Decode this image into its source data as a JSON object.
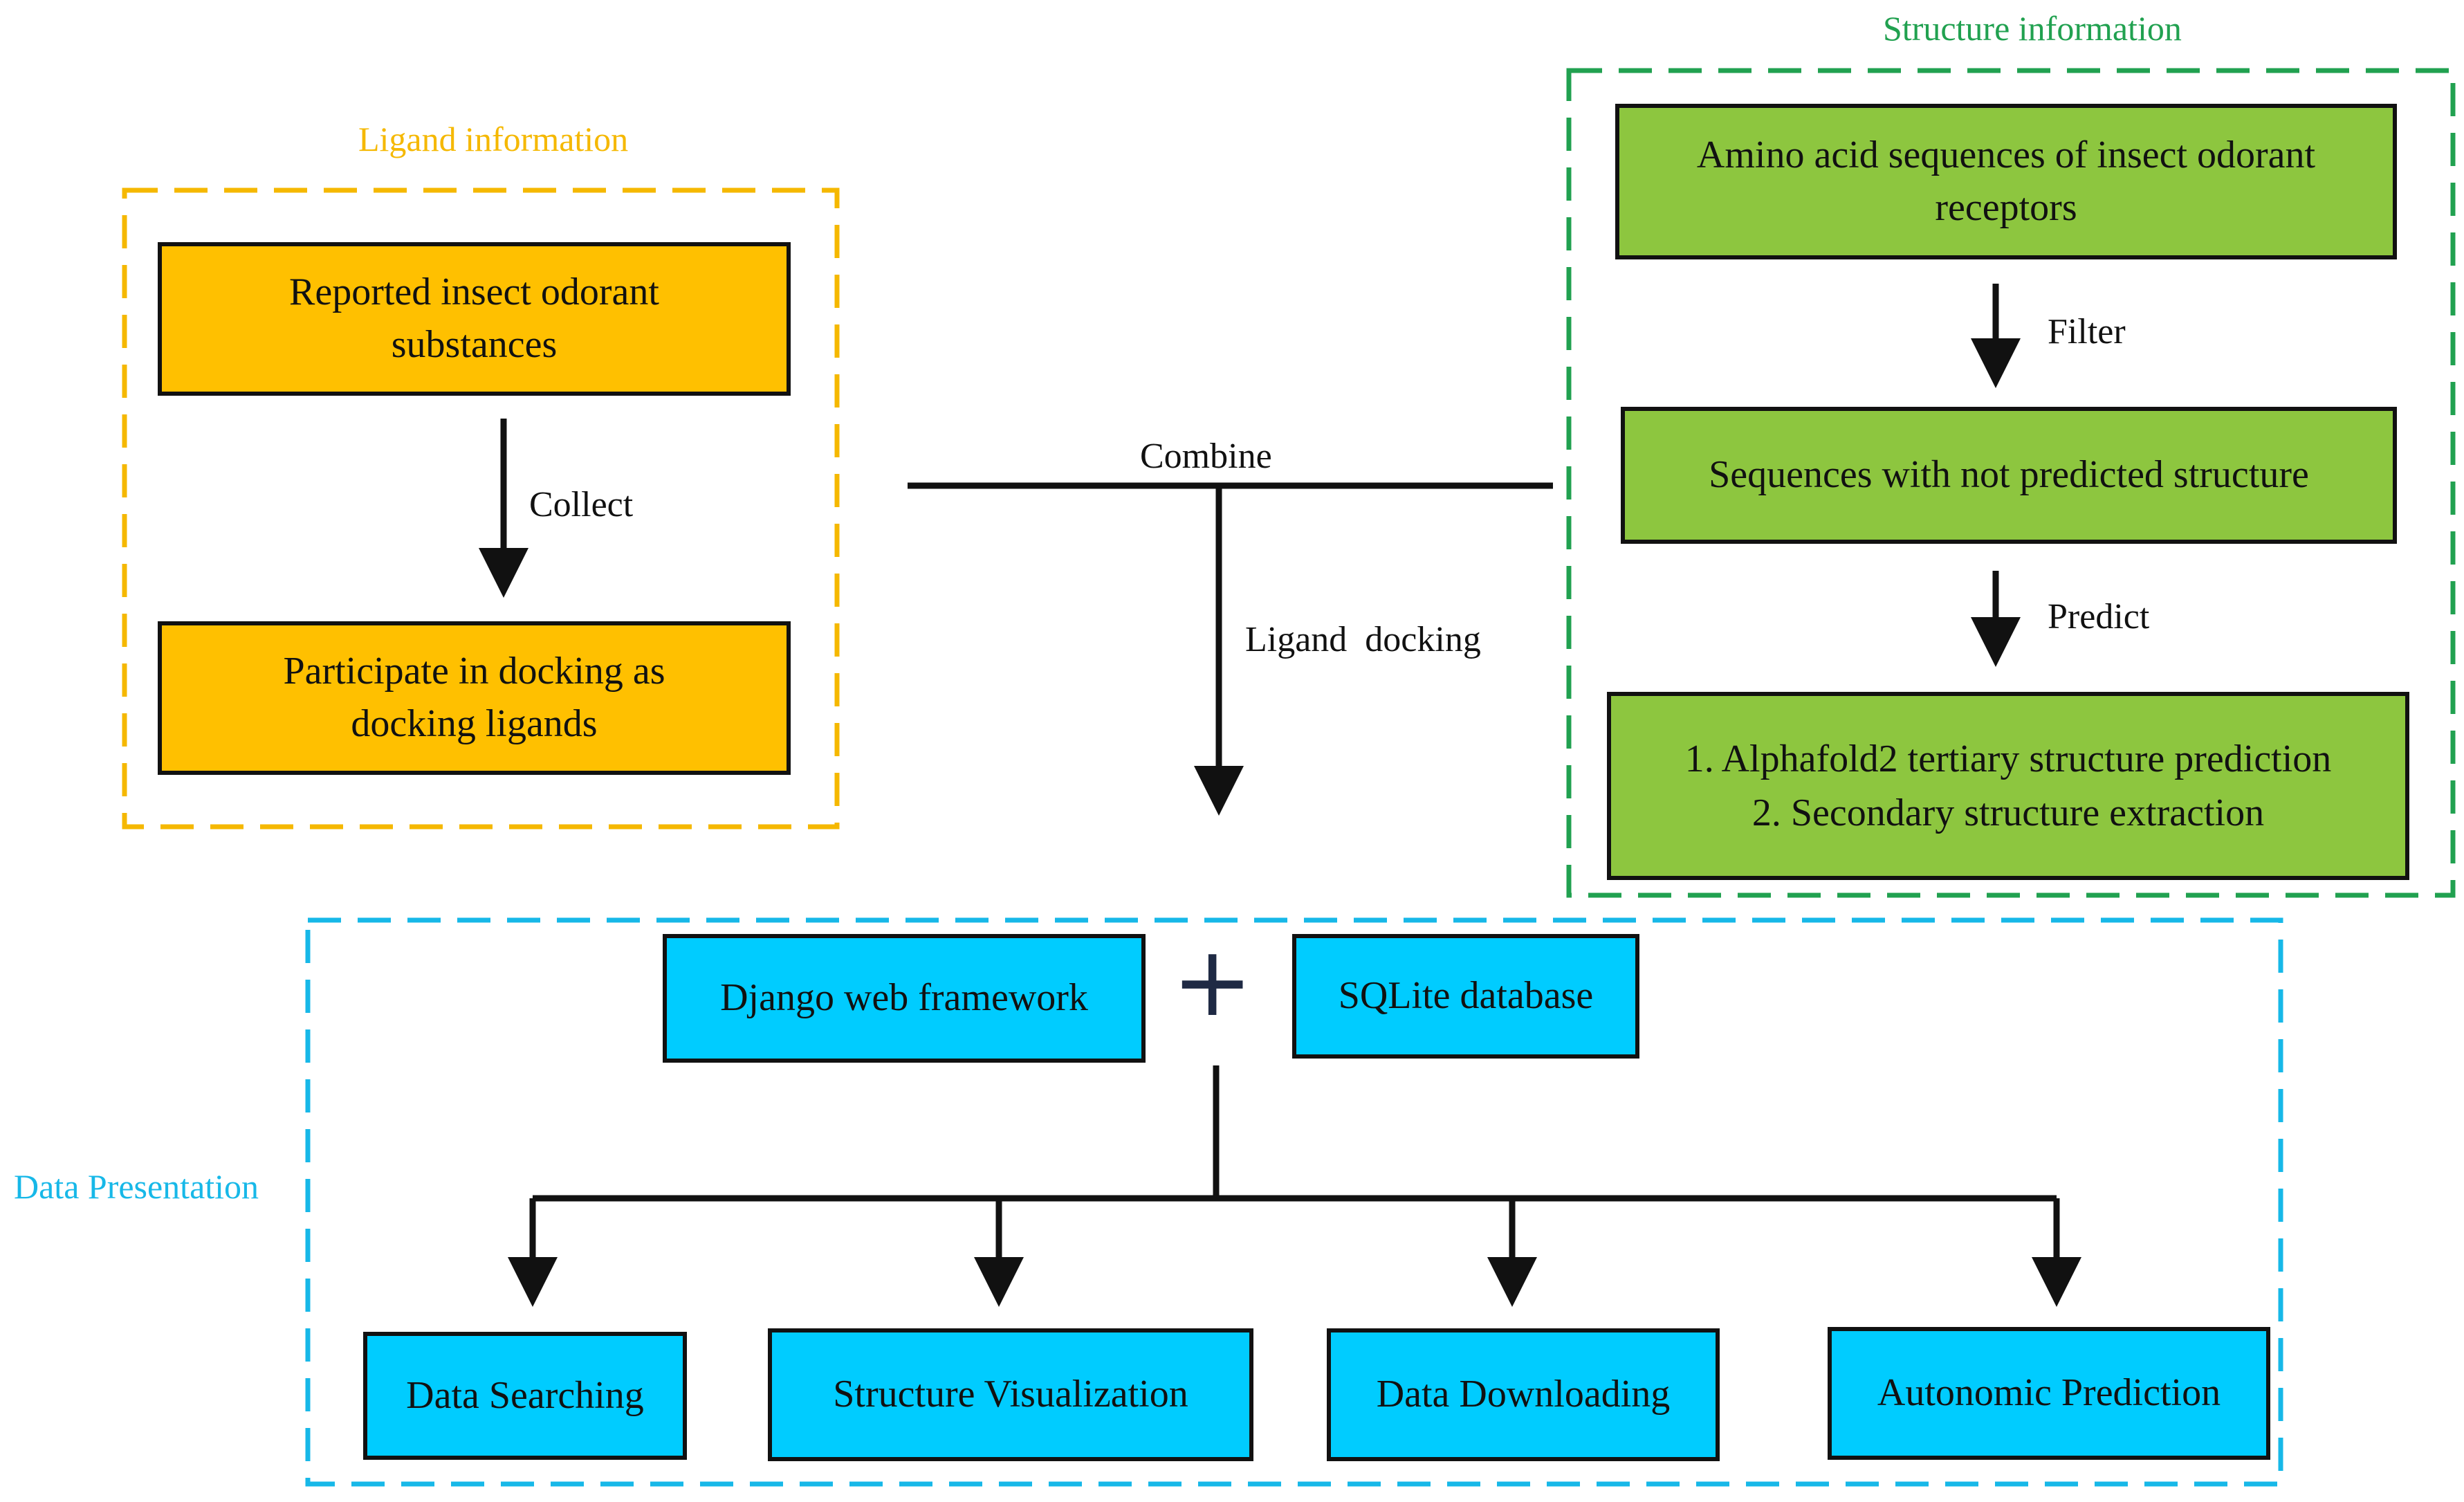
{
  "groups": {
    "ligand": {
      "label": "Ligand information",
      "color": "#f5b800"
    },
    "structure": {
      "label": "Structure information",
      "color": "#21a150"
    },
    "presentation": {
      "label": "Data Presentation",
      "color": "#17b8e8"
    }
  },
  "nodes": {
    "reported_substances": {
      "line1": "Reported insect odorant",
      "line2": "substances"
    },
    "docking_ligands": {
      "line1": "Participate in docking as",
      "line2": "docking ligands"
    },
    "amino_sequences": {
      "line1": "Amino acid sequences of insect odorant",
      "line2": "receptors"
    },
    "not_predicted": {
      "line1": "Sequences with not predicted structure"
    },
    "prediction_steps": {
      "line1": "1. Alphafold2 tertiary structure prediction",
      "line2": "2. Secondary structure extraction"
    },
    "django": {
      "line1": "Django web framework"
    },
    "sqlite": {
      "line1": "SQLite database"
    },
    "data_searching": {
      "line1": "Data Searching"
    },
    "structure_visualization": {
      "line1": "Structure Visualization"
    },
    "data_downloading": {
      "line1": "Data Downloading"
    },
    "autonomic_prediction": {
      "line1": "Autonomic Prediction"
    }
  },
  "edge_labels": {
    "collect": "Collect",
    "filter": "Filter",
    "predict": "Predict",
    "combine": "Combine",
    "ligand_docking": "Ligand  docking"
  },
  "plus_symbol": "+",
  "colors": {
    "orange_fill": "#ffc000",
    "green_fill": "#8dc63f",
    "blue_fill": "#00ccff",
    "line": "#111111"
  }
}
